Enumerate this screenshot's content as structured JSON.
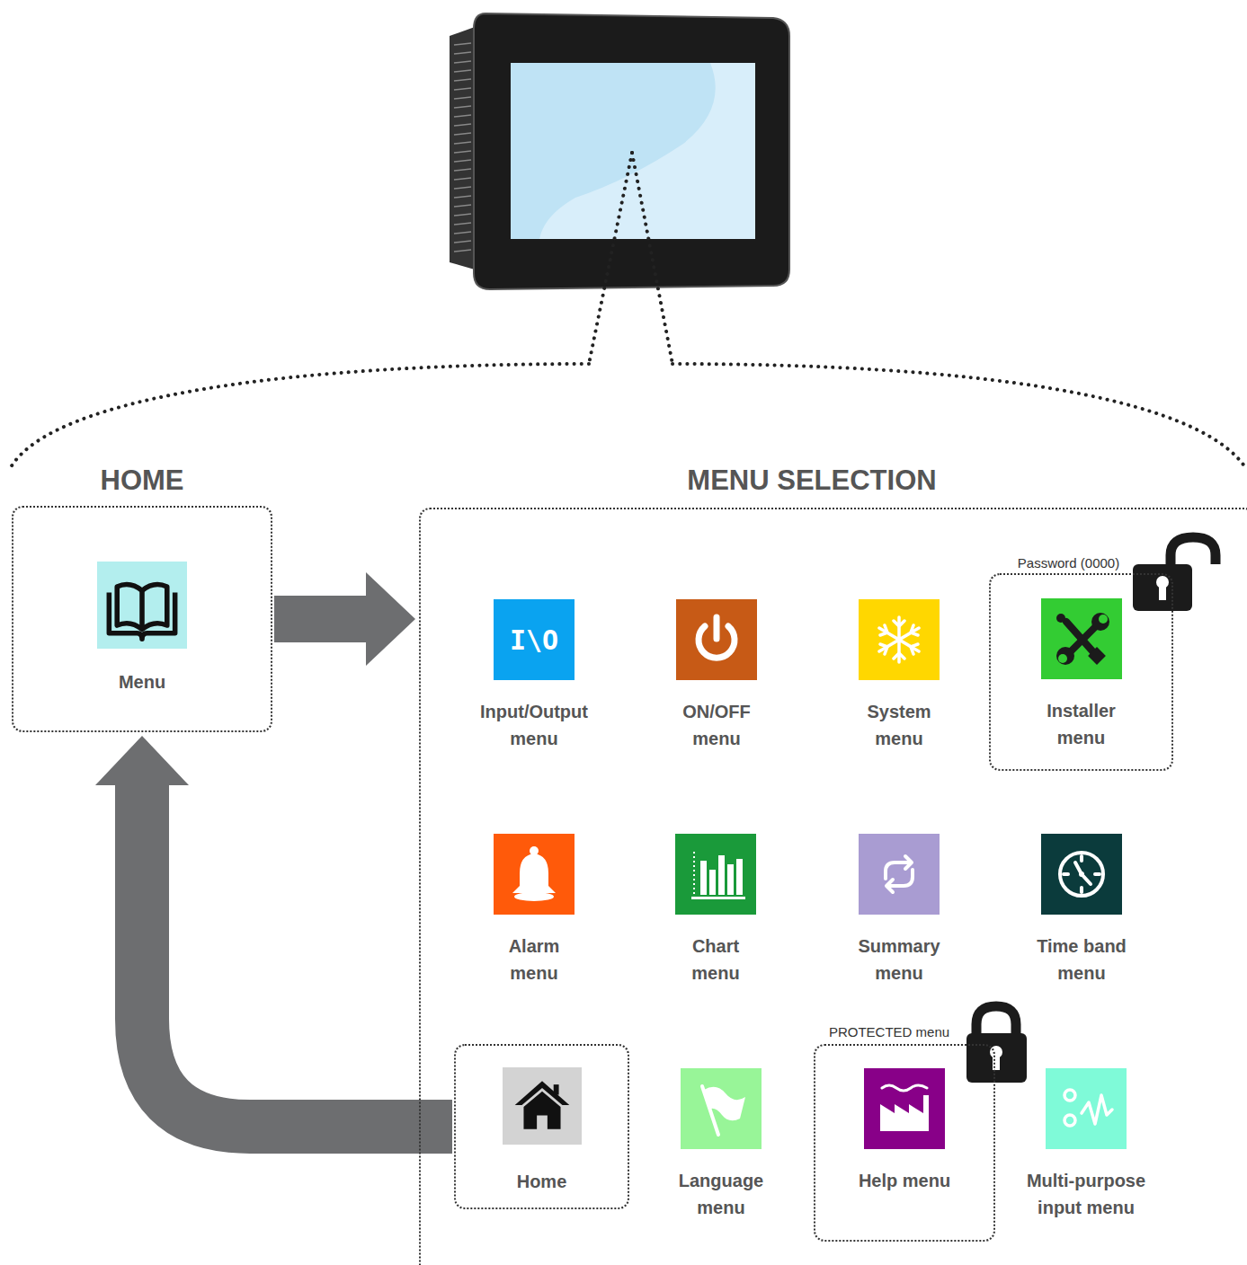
{
  "diagram": {
    "nodes": [
      {
        "text": [
          "HOME",
          "Menu"
        ]
      },
      {
        "text": [
          "MENU SELECTION"
        ]
      },
      {
        "text": [
          "Input/Output menu"
        ],
        "in": 1
      },
      {
        "text": [
          "ON/OFF menu"
        ],
        "in": 1
      },
      {
        "text": [
          "System menu"
        ],
        "in": 1
      },
      {
        "text": [
          "Password (0000)",
          "Installer menu"
        ],
        "in": 1
      },
      {
        "text": [
          "Alarm menu"
        ],
        "in": 1
      },
      {
        "text": [
          "Chart menu"
        ],
        "in": 1
      },
      {
        "text": [
          "Summary menu"
        ],
        "in": 1
      },
      {
        "text": [
          "Time band menu"
        ],
        "in": 1
      },
      {
        "text": [
          "Home"
        ],
        "in": 1
      },
      {
        "text": [
          "Language menu"
        ],
        "in": 1
      },
      {
        "text": [
          "PROTECTED menu",
          "Help menu"
        ],
        "in": 1
      },
      {
        "text": [
          "Multi-purpose input menu"
        ],
        "in": 1
      }
    ],
    "edges": [
      {
        "from": 0,
        "to": 1,
        "arrow": "to"
      },
      {
        "from": 10,
        "to": 0,
        "arrow": "to"
      }
    ],
    "labels": [
      "I\\O"
    ]
  }
}
